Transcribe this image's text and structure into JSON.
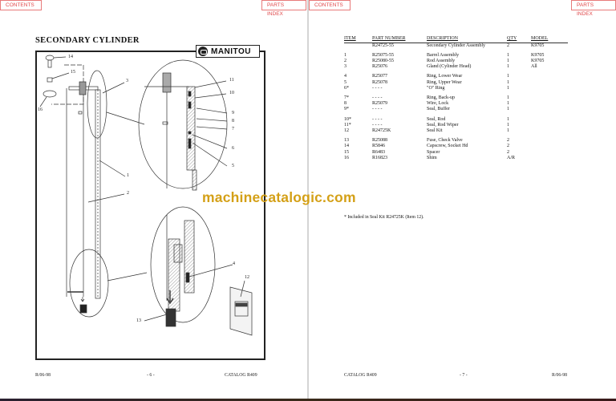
{
  "nav": {
    "contents_label": "CONTENTS",
    "parts_index_label": "PARTS INDEX"
  },
  "left_page": {
    "title": "SECONDARY CYLINDER",
    "logo_text": "MANITOU",
    "callouts": [
      "14",
      "15",
      "16",
      "3",
      "1",
      "2",
      "11",
      "10",
      "9",
      "8",
      "7",
      "6",
      "5",
      "4",
      "12",
      "13"
    ],
    "footer": {
      "revision": "R/06-98",
      "page": "- 6 -",
      "catalog": "CATALOG R409"
    }
  },
  "right_page": {
    "columns": [
      "ITEM",
      "PART NUMBER",
      "DESCRIPTION",
      "QTY",
      "MODEL"
    ],
    "rows": [
      {
        "item": "",
        "part": "R24725-55",
        "desc": "Secondary Cylinder Assembly",
        "qty": "2",
        "model": "K9705"
      },
      {
        "gap": true
      },
      {
        "item": "1",
        "part": "R25075-55",
        "desc": "Barrel Assembly",
        "qty": "1",
        "model": "K9705"
      },
      {
        "item": "2",
        "part": "R25080-55",
        "desc": "Rod Assembly",
        "qty": "1",
        "model": "K9705"
      },
      {
        "item": "3",
        "part": "R25076",
        "desc": "Gland (Cylinder Head)",
        "qty": "1",
        "model": "All"
      },
      {
        "gap": true
      },
      {
        "item": "4",
        "part": "R25077",
        "desc": "Ring, Lower Wear",
        "qty": "1",
        "model": ""
      },
      {
        "item": "5",
        "part": "R25078",
        "desc": "Ring, Upper Wear",
        "qty": "1",
        "model": ""
      },
      {
        "item": "6*",
        "part": "- - - -",
        "desc": "\"O\" Ring",
        "qty": "1",
        "model": ""
      },
      {
        "gap": true
      },
      {
        "item": "7*",
        "part": "- - - -",
        "desc": "Ring, Back-up",
        "qty": "1",
        "model": ""
      },
      {
        "item": "8",
        "part": "R25079",
        "desc": "Wire, Lock",
        "qty": "1",
        "model": ""
      },
      {
        "item": "9*",
        "part": "- - - -",
        "desc": "Seal, Buffer",
        "qty": "1",
        "model": ""
      },
      {
        "gap": true
      },
      {
        "item": "10*",
        "part": "- - - -",
        "desc": "Seal, Rod",
        "qty": "1",
        "model": ""
      },
      {
        "item": "11*",
        "part": "- - - -",
        "desc": "Seal, Rod Wiper",
        "qty": "1",
        "model": ""
      },
      {
        "item": "12",
        "part": "R24725K",
        "desc": "Seal Kit",
        "qty": "1",
        "model": ""
      },
      {
        "gap": true
      },
      {
        "item": "13",
        "part": "R25088",
        "desc": "Fuse, Check Valve",
        "qty": "2",
        "model": ""
      },
      {
        "item": "14",
        "part": "R5846",
        "desc": "Capscrew, Socket Hd",
        "qty": "2",
        "model": ""
      },
      {
        "item": "15",
        "part": "R6483",
        "desc": "Spacer",
        "qty": "2",
        "model": ""
      },
      {
        "item": "16",
        "part": "R16823",
        "desc": "Shim",
        "qty": "A/R",
        "model": ""
      }
    ],
    "footnote": "* Included in Seal Kit R24725K (Item 12).",
    "footer": {
      "catalog": "CATALOG R409",
      "page": "- 7 -",
      "revision": "R/06-98"
    }
  },
  "watermark": "machinecatalogic.com",
  "colors": {
    "nav_border": "#e87a7a",
    "nav_text": "#e0484a",
    "watermark": "#d4a017",
    "divider": "#d4d4d4"
  }
}
